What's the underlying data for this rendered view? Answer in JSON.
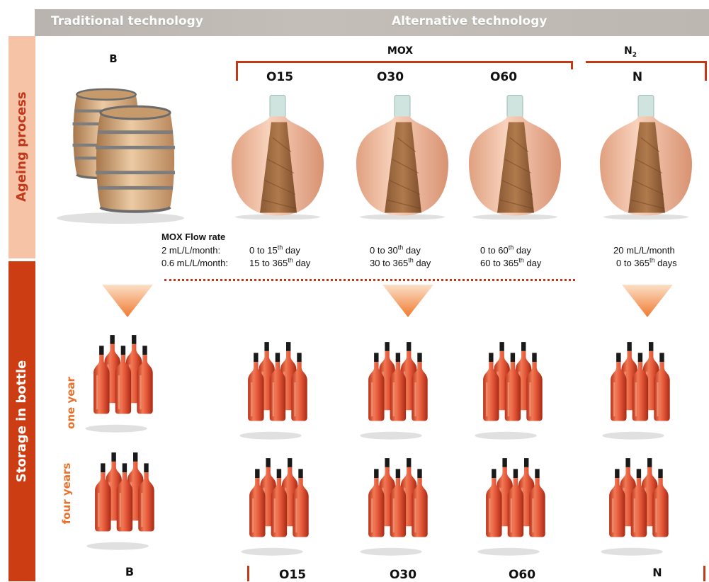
{
  "header": {
    "traditional": "Traditional technology",
    "alternative": "Alternative technology"
  },
  "side": {
    "ageing": "Ageing process",
    "storage": "Storage in bottle",
    "one_year": "one year",
    "four_years": "four years"
  },
  "groups": {
    "mox": "MOX",
    "n2_base": "N",
    "n2_sub": "2"
  },
  "treatments": {
    "b": "B",
    "o15": "O15",
    "o30": "O30",
    "o60": "O60",
    "n": "N"
  },
  "flow": {
    "title": "MOX Flow rate",
    "rate1": "2 mL/L/month:",
    "rate2": "0.6 mL/L/month:",
    "o15_a_pre": "0 to 15",
    "o15_a_sup": "th",
    "o15_a_post": " day",
    "o15_b_pre": "15 to 365",
    "o15_b_sup": "th",
    "o15_b_post": " day",
    "o30_a_pre": "0 to 30",
    "o30_a_sup": "th",
    "o30_a_post": " day",
    "o30_b_pre": "30 to 365",
    "o30_b_sup": "th",
    "o30_b_post": " day",
    "o60_a_pre": "0 to 60",
    "o60_a_sup": "th",
    "o60_a_post": " day",
    "o60_b_pre": "60 to 365",
    "o60_b_sup": "th",
    "o60_b_post": " day",
    "n_a": "20 mL/L/month",
    "n_b_pre": "0 to 365",
    "n_b_sup": "th",
    "n_b_post": " days"
  },
  "colors": {
    "accent_red": "#c2391a",
    "side_light": "#f7c3a6",
    "side_dark": "#cc3d14",
    "header_grey": "#bdb7b1",
    "arrow_orange": "#f79a55",
    "wine": "#e0563a"
  }
}
